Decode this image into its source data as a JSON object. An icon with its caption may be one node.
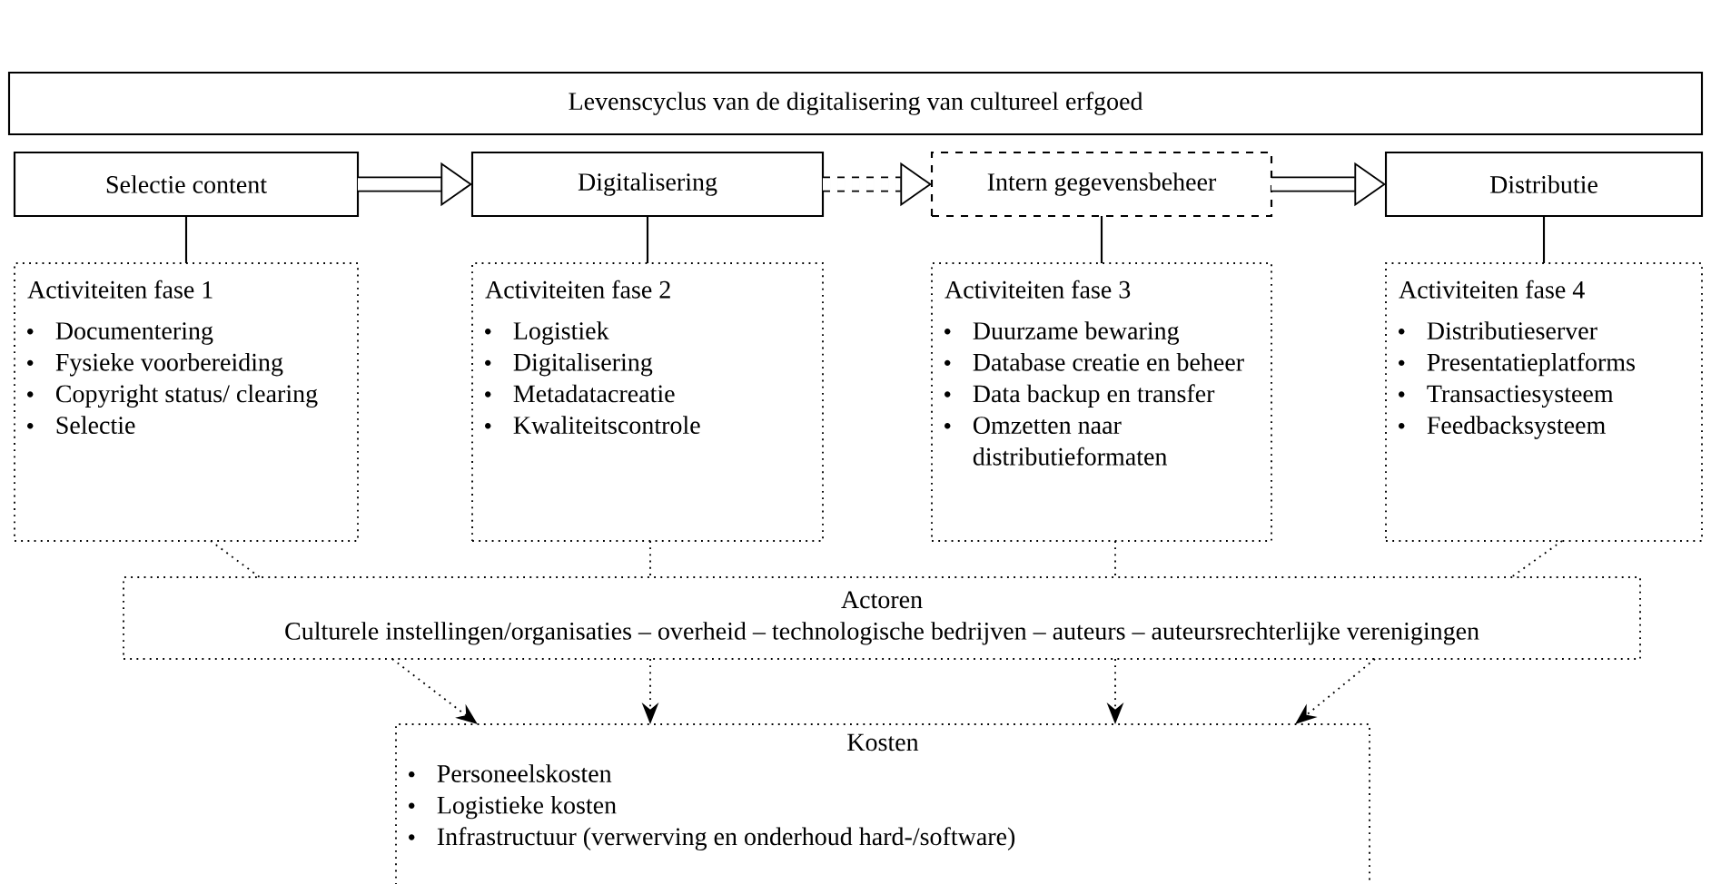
{
  "diagram": {
    "nodes": [
      {
        "text": [
          "Levenscyclus van de digitalisering van cultureel erfgoed"
        ]
      },
      {
        "text": [
          "Selectie content"
        ]
      },
      {
        "text": [
          "Digitalisering"
        ]
      },
      {
        "text": [
          "Intern gegevensbeheer"
        ]
      },
      {
        "text": [
          "Distributie"
        ]
      },
      {
        "text": [
          "Activiteiten fase 1",
          "Documentering",
          "Fysieke voorbereiding",
          "Copyright status/ clearing",
          "Selectie"
        ]
      },
      {
        "text": [
          "Activiteiten fase 2",
          "Logistiek",
          "Digitalisering",
          "Metadatacreatie",
          "Kwaliteitscontrole"
        ]
      },
      {
        "text": [
          "Activiteiten fase 3",
          "Duurzame bewaring",
          "Database creatie en beheer",
          "Data backup en transfer",
          "Omzetten naar distributieformaten"
        ]
      },
      {
        "text": [
          "Activiteiten fase 4",
          "Distributieserver",
          "Presentatieplatforms",
          "Transactiesysteem",
          "Feedbacksysteem"
        ]
      },
      {
        "text": [
          "Actoren",
          "Culturele instellingen/organisaties – overheid – technologische bedrijven – auteurs – auteursrechterlijke verenigingen"
        ]
      },
      {
        "text": [
          "Kosten",
          "Personeelskosten",
          "Logistieke kosten",
          "Infrastructuur (verwerving en onderhoud hard-/software)"
        ]
      }
    ],
    "edges": [
      {
        "from": 1,
        "to": 2,
        "arrow": "to",
        "style": "thick"
      },
      {
        "from": 2,
        "to": 3,
        "arrow": "to",
        "style": "dashed"
      },
      {
        "from": 3,
        "to": 4,
        "arrow": "to",
        "style": "thick"
      },
      {
        "from": 1,
        "to": 5,
        "arrow": "none"
      },
      {
        "from": 2,
        "to": 6,
        "arrow": "none"
      },
      {
        "from": 3,
        "to": 7,
        "arrow": "none"
      },
      {
        "from": 4,
        "to": 8,
        "arrow": "none"
      },
      {
        "from": 5,
        "to": 9,
        "arrow": "none",
        "style": "dashed"
      },
      {
        "from": 6,
        "to": 9,
        "arrow": "none",
        "style": "dashed"
      },
      {
        "from": 7,
        "to": 9,
        "arrow": "none",
        "style": "dashed"
      },
      {
        "from": 8,
        "to": 9,
        "arrow": "none",
        "style": "dashed"
      },
      {
        "from": 9,
        "to": 10,
        "arrow": "to",
        "style": "dashed"
      },
      {
        "from": 9,
        "to": 10,
        "arrow": "to",
        "style": "dashed"
      },
      {
        "from": 9,
        "to": 10,
        "arrow": "to",
        "style": "dashed"
      },
      {
        "from": 9,
        "to": 10,
        "arrow": "to",
        "style": "dashed"
      }
    ]
  }
}
